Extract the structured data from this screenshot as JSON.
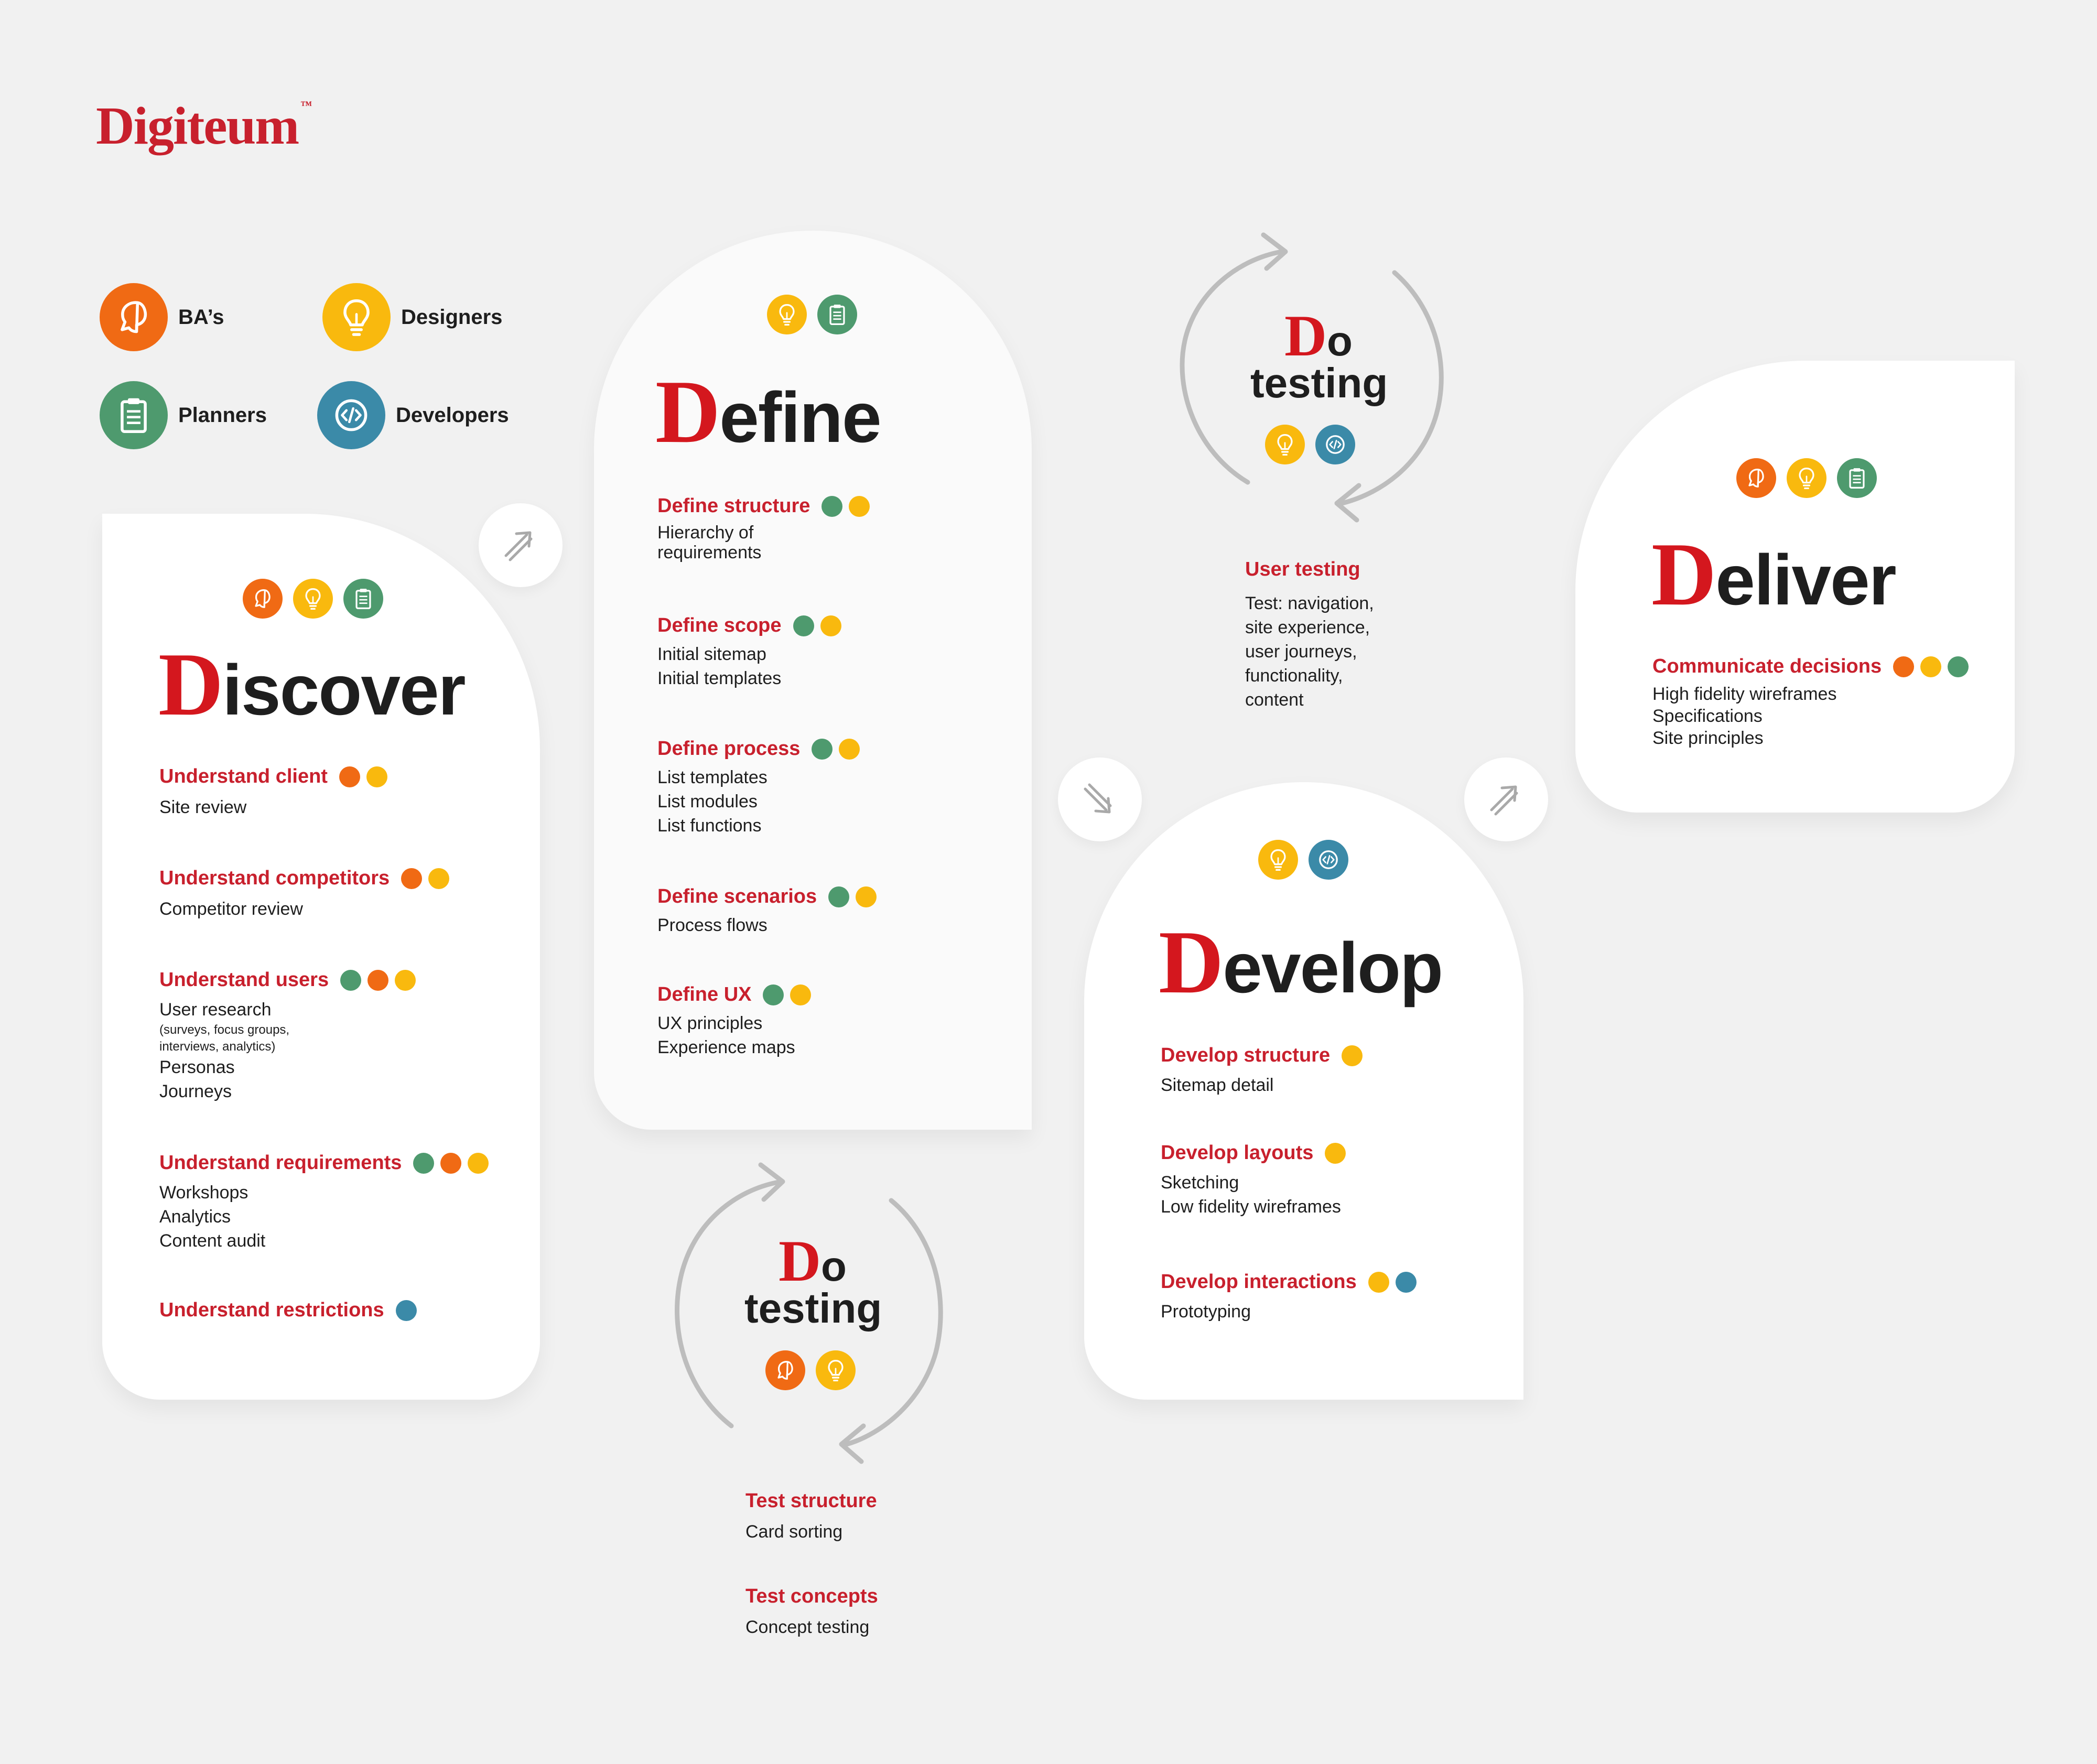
{
  "logo": {
    "text": "Digiteum",
    "tm": "™"
  },
  "legend": [
    {
      "label": "BA’s",
      "icon": "ba-head-icon",
      "color": "#f06a14"
    },
    {
      "label": "Designers",
      "icon": "lightbulb-icon",
      "color": "#f9b90e"
    },
    {
      "label": "Planners",
      "icon": "clipboard-icon",
      "color": "#4e9a6e"
    },
    {
      "label": "Developers",
      "icon": "code-icon",
      "color": "#3b8aa8"
    }
  ],
  "discover": {
    "cap": "D",
    "rest": "iscover",
    "sections": [
      {
        "title": "Understand client",
        "items": [
          "Site review"
        ]
      },
      {
        "title": "Understand competitors",
        "items": [
          "Competitor review"
        ]
      },
      {
        "title": "Understand users",
        "items": [
          "User research"
        ],
        "note": [
          "(surveys, focus groups,",
          "interviews, analytics)"
        ],
        "items2": [
          "Personas",
          "Journeys"
        ]
      },
      {
        "title": "Understand requirements",
        "items": [
          "Workshops",
          "Analytics",
          "Content audit"
        ]
      },
      {
        "title": "Understand restrictions",
        "items": []
      }
    ]
  },
  "define": {
    "cap": "D",
    "rest": "efine",
    "sections": [
      {
        "title": "Define structure",
        "items": [
          "Hierarchy of",
          "requirements"
        ]
      },
      {
        "title": "Define scope",
        "items": [
          "Initial sitemap",
          "Initial templates"
        ]
      },
      {
        "title": "Define process",
        "items": [
          "List templates",
          "List modules",
          "List functions"
        ]
      },
      {
        "title": "Define scenarios",
        "items": [
          "Process flows"
        ]
      },
      {
        "title": "Define UX",
        "items": [
          "UX principles",
          "Experience maps"
        ]
      }
    ]
  },
  "develop": {
    "cap": "D",
    "rest": "evelop",
    "sections": [
      {
        "title": "Develop structure",
        "items": [
          "Sitemap detail"
        ]
      },
      {
        "title": "Develop layouts",
        "items": [
          "Sketching",
          "Low fidelity wireframes"
        ]
      },
      {
        "title": "Develop interactions",
        "items": [
          "Prototyping"
        ]
      }
    ]
  },
  "deliver": {
    "cap": "D",
    "rest": "eliver",
    "sections": [
      {
        "title": "Communicate decisions",
        "items": [
          "High fidelity wireframes",
          "Specifications",
          "Site principles"
        ]
      }
    ]
  },
  "testing_top": {
    "cap": "D",
    "o": "o",
    "word": "testing",
    "section_title": "User testing",
    "items": [
      "Test: navigation,",
      "site experience,",
      "user journeys,",
      "functionality,",
      "content"
    ]
  },
  "testing_bottom": {
    "cap": "D",
    "o": "o",
    "word": "testing",
    "sections": [
      {
        "title": "Test structure",
        "items": [
          "Card sorting"
        ]
      },
      {
        "title": "Test concepts",
        "items": [
          "Concept testing"
        ]
      }
    ]
  },
  "colors": {
    "ba": "#f06a14",
    "designer": "#f9b90e",
    "planner": "#4e9a6e",
    "developer": "#3b8aa8",
    "accent": "#d4171e"
  }
}
